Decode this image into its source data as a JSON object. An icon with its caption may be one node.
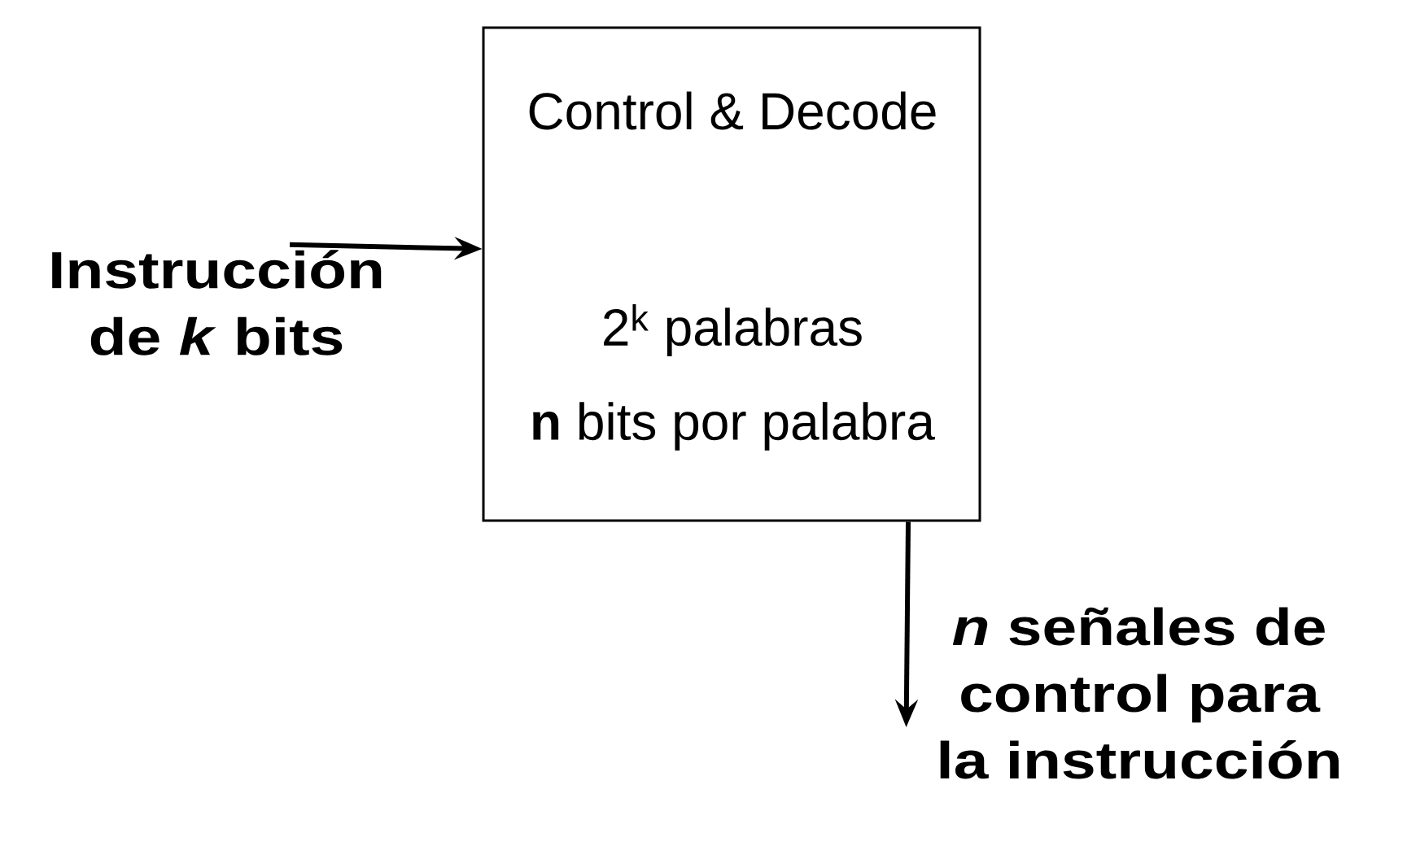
{
  "diagram": {
    "nodes": [
      {
        "text": [
          "Control & Decode",
          "2$^{k}$ palabras",
          "**n** bits por palabra"
        ]
      },
      {
        "text": [
          "Instrucción de *k* bits"
        ]
      },
      {
        "text": [
          "*n* señales de control para la instrucción"
        ]
      }
    ],
    "edges": [
      {
        "from": 1,
        "to": 0,
        "arrow": "to"
      },
      {
        "from": 0,
        "to": 2,
        "arrow": "to"
      }
    ]
  }
}
